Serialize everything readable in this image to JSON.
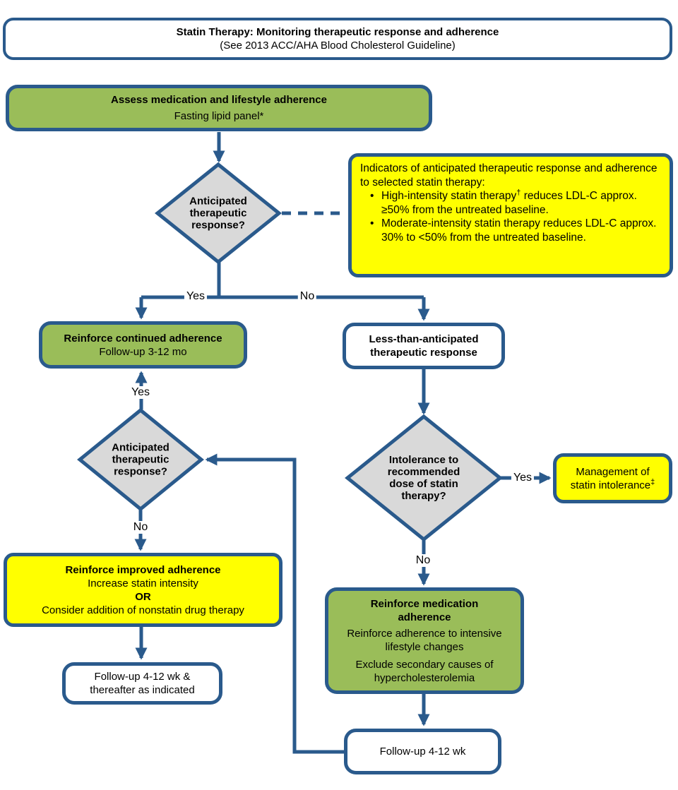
{
  "colors": {
    "line_blue": "#2a5a8c",
    "node_green": "#9abd59",
    "node_yellow": "#ffff00",
    "decision_gray": "#d9d9d9",
    "node_white": "#ffffff"
  },
  "title": {
    "line1": "Statin Therapy: Monitoring therapeutic response and adherence",
    "line2": "(See 2013 ACC/AHA Blood Cholesterol Guideline)"
  },
  "boxes": {
    "assess": {
      "title": "Assess medication and lifestyle adherence",
      "subtitle": "Fasting lipid panel*"
    },
    "indicators": {
      "intro": "Indicators of anticipated therapeutic response and adherence to selected statin therapy:",
      "bullet_glyph": "•",
      "bullet1_pre": "High-intensity statin therapy",
      "bullet1_sup": "†",
      "bullet1_post": " reduces LDL-C approx. ≥50% from the untreated baseline.",
      "bullet2": "Moderate-intensity statin therapy reduces LDL-C approx. 30% to <50% from the untreated baseline."
    },
    "reinforce_continued": {
      "title": "Reinforce continued adherence",
      "subtitle": "Follow-up 3-12 mo"
    },
    "less_than_anticipated": {
      "title": "Less-than-anticipated\ntherapeutic response"
    },
    "reinforce_improved": {
      "title": "Reinforce improved adherence",
      "line2": "Increase statin intensity",
      "line3": "OR",
      "line4": "Consider addition of nonstatin drug therapy"
    },
    "followup_left": {
      "text": "Follow-up 4-12 wk &\nthereafter as indicated"
    },
    "management": {
      "text": "Management of\nstatin intolerance",
      "sup": "‡"
    },
    "reinforce_medication": {
      "title": "Reinforce medication\nadherence",
      "line2": "Reinforce adherence to intensive\nlifestyle changes",
      "line3": "Exclude secondary causes of\nhypercholesterolemia"
    },
    "followup_right": {
      "text": "Follow-up 4-12 wk"
    }
  },
  "decisions": {
    "anticipated_1": "Anticipated\ntherapeutic\nresponse?",
    "anticipated_2": "Anticipated\ntherapeutic\nresponse?",
    "intolerance": "Intolerance to\nrecommended\ndose of statin\ntherapy?"
  },
  "labels": {
    "yes1": "Yes",
    "no1": "No",
    "yes2": "Yes",
    "no2": "No",
    "yes3": "Yes",
    "no3": "No"
  }
}
